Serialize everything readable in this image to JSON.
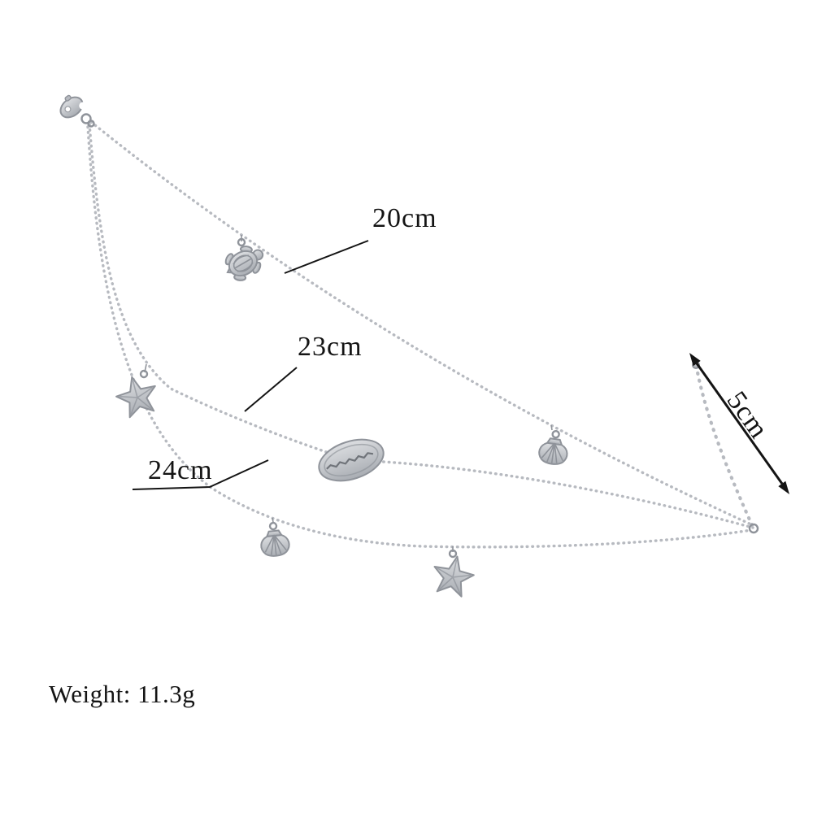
{
  "annotations": {
    "chain_top_length": "20cm",
    "chain_middle_length": "23cm",
    "chain_bottom_length": "24cm",
    "extender_length": "5cm",
    "weight": "Weight: 11.3g"
  },
  "charms": [
    "lobster-clasp",
    "turtle-charm",
    "starfish-charm",
    "cowrie-shell-charm",
    "scallop-shell-charm",
    "scallop-shell-charm",
    "starfish-charm",
    "extender-chain"
  ],
  "colors": {
    "metal": "#b7bac0",
    "metal_dark": "#8f939a",
    "metal_light": "#dcdee1",
    "text": "#141414",
    "background": "#ffffff"
  }
}
